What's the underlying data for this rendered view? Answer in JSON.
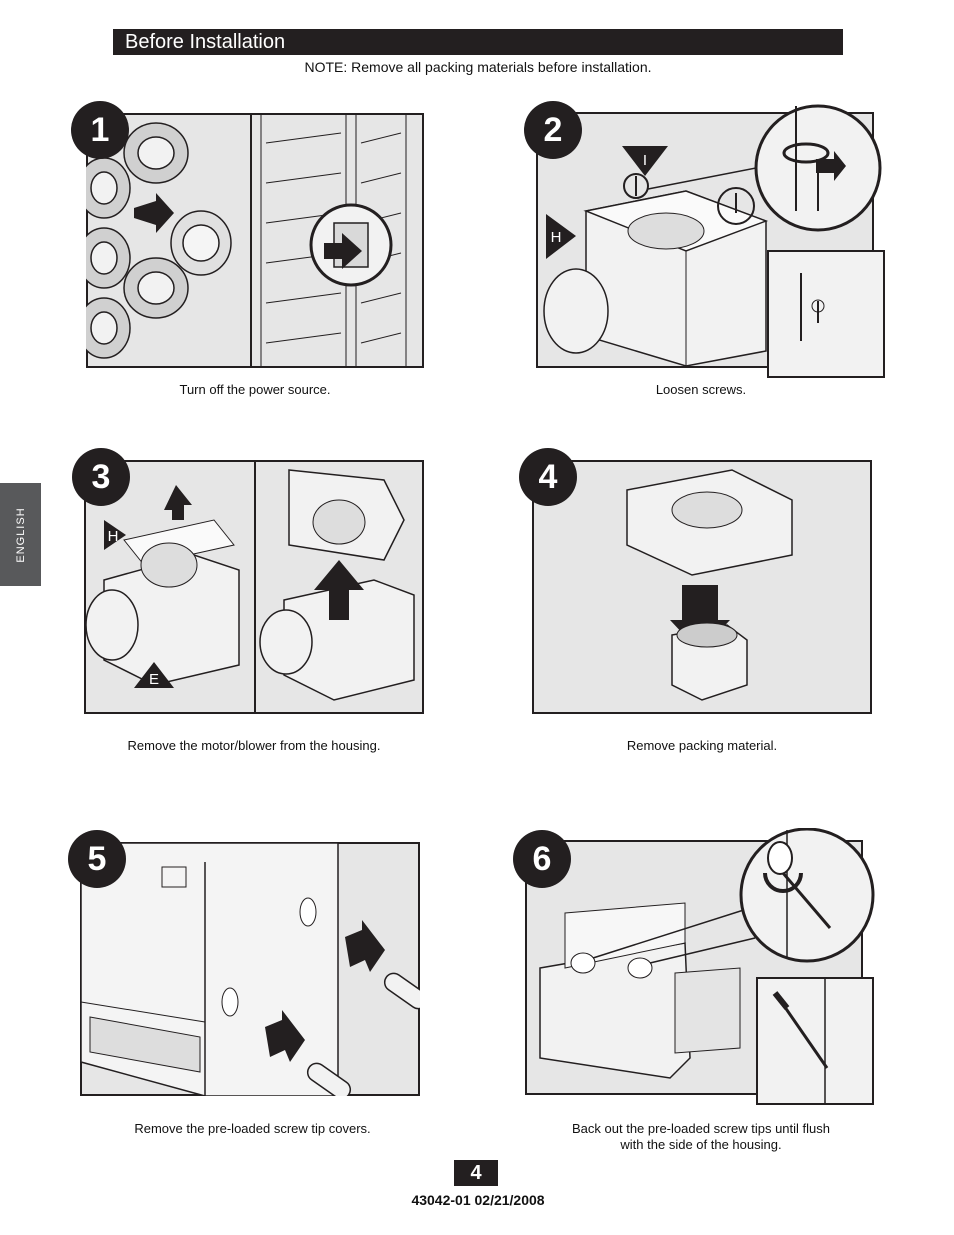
{
  "header": {
    "title": "Before Installation",
    "note": "NOTE: Remove all packing materials before installation."
  },
  "side_tab": {
    "label": "ENGLISH"
  },
  "steps": [
    {
      "number": "1",
      "caption": "Turn off the power source."
    },
    {
      "number": "2",
      "caption": "Loosen screws.",
      "callouts": [
        "I",
        "H"
      ]
    },
    {
      "number": "3",
      "caption": "Remove the motor/blower from the housing.",
      "callouts": [
        "H",
        "E"
      ]
    },
    {
      "number": "4",
      "caption": "Remove packing material."
    },
    {
      "number": "5",
      "caption": "Remove the pre-loaded screw tip covers."
    },
    {
      "number": "6",
      "caption_line1": "Back out the pre-loaded screw tips until flush",
      "caption_line2": "with the side of the housing."
    }
  ],
  "footer": {
    "page_number": "4",
    "doc_id": "43042-01  02/21/2008"
  },
  "colors": {
    "dark": "#231f20",
    "panel_bg": "#e6e6e6",
    "tab_gray": "#58595b"
  }
}
